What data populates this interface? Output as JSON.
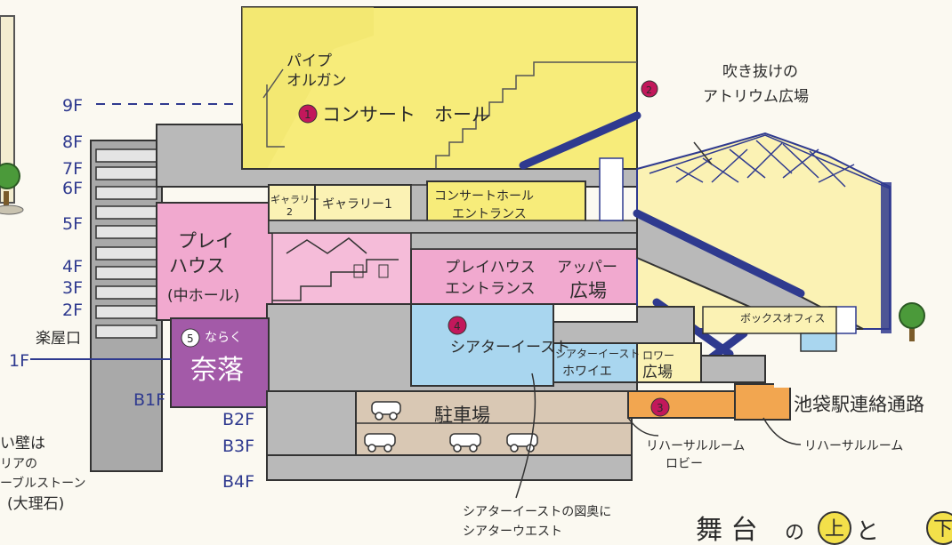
{
  "floors": [
    "9F",
    "8F",
    "7F",
    "6F",
    "5F",
    "4F",
    "3F",
    "2F",
    "1F",
    "B1F",
    "B2F",
    "B3F",
    "B4F"
  ],
  "labels": {
    "organ": [
      "パイプ",
      "オルガン"
    ],
    "concert_hall": "コンサート　ホール",
    "badge_1": "1",
    "badge_2": "2",
    "badge_3": "3",
    "badge_4": "4",
    "badge_5": "5",
    "atrium": [
      "吹き抜けの",
      "アトリウム広場"
    ],
    "gallery2": [
      "ギャラリー",
      "2"
    ],
    "gallery1": "ギャラリー1",
    "concert_entrance": [
      "コンサートホール",
      "エントランス"
    ],
    "playhouse": [
      "プレイ",
      "ハウス",
      "(中ホール)"
    ],
    "playhouse_entrance": [
      "プレイハウス",
      "エントランス"
    ],
    "upper_plaza": [
      "アッパー",
      "広場"
    ],
    "box_office": "ボックスオフィス",
    "theater_east": "シアターイースト",
    "east_foyer": [
      "シアターイースト",
      "ホワイエ"
    ],
    "lower_plaza": [
      "ロワー",
      "広場"
    ],
    "naraku_ruby": "ならく",
    "naraku": "奈落",
    "gakuya": "楽屋口",
    "parking": "駐車場",
    "rehearsal_lobby": [
      "リハーサルルーム",
      "ロビー"
    ],
    "rehearsal_room": "リハーサルルーム",
    "station_passage": "池袋駅連絡通路",
    "theater_west_note": [
      "シアターイーストの図奥に",
      "シアターウエスト"
    ],
    "wall_note": [
      "い壁は",
      "リアの",
      "ーブルストーン",
      "(大理石)"
    ],
    "stage_title_a": "舞 台",
    "stage_title_b": "の",
    "stage_title_up": "上",
    "stage_title_c": "と",
    "stage_title_down": "下"
  },
  "colors": {
    "concert_yellow": "#f7ec7a",
    "pale_yellow": "#fbf2b4",
    "play_pink": "#f1a9cf",
    "east_blue": "#a9d6ef",
    "naraku_purple": "#a35aa8",
    "rehearsal_orange": "#f2a650",
    "gray": "#b9b9b9",
    "dark_gray": "#8d8d8d",
    "parking_tan": "#d9c8b4",
    "navy": "#2f3a8f",
    "green": "#4b9a3a"
  }
}
